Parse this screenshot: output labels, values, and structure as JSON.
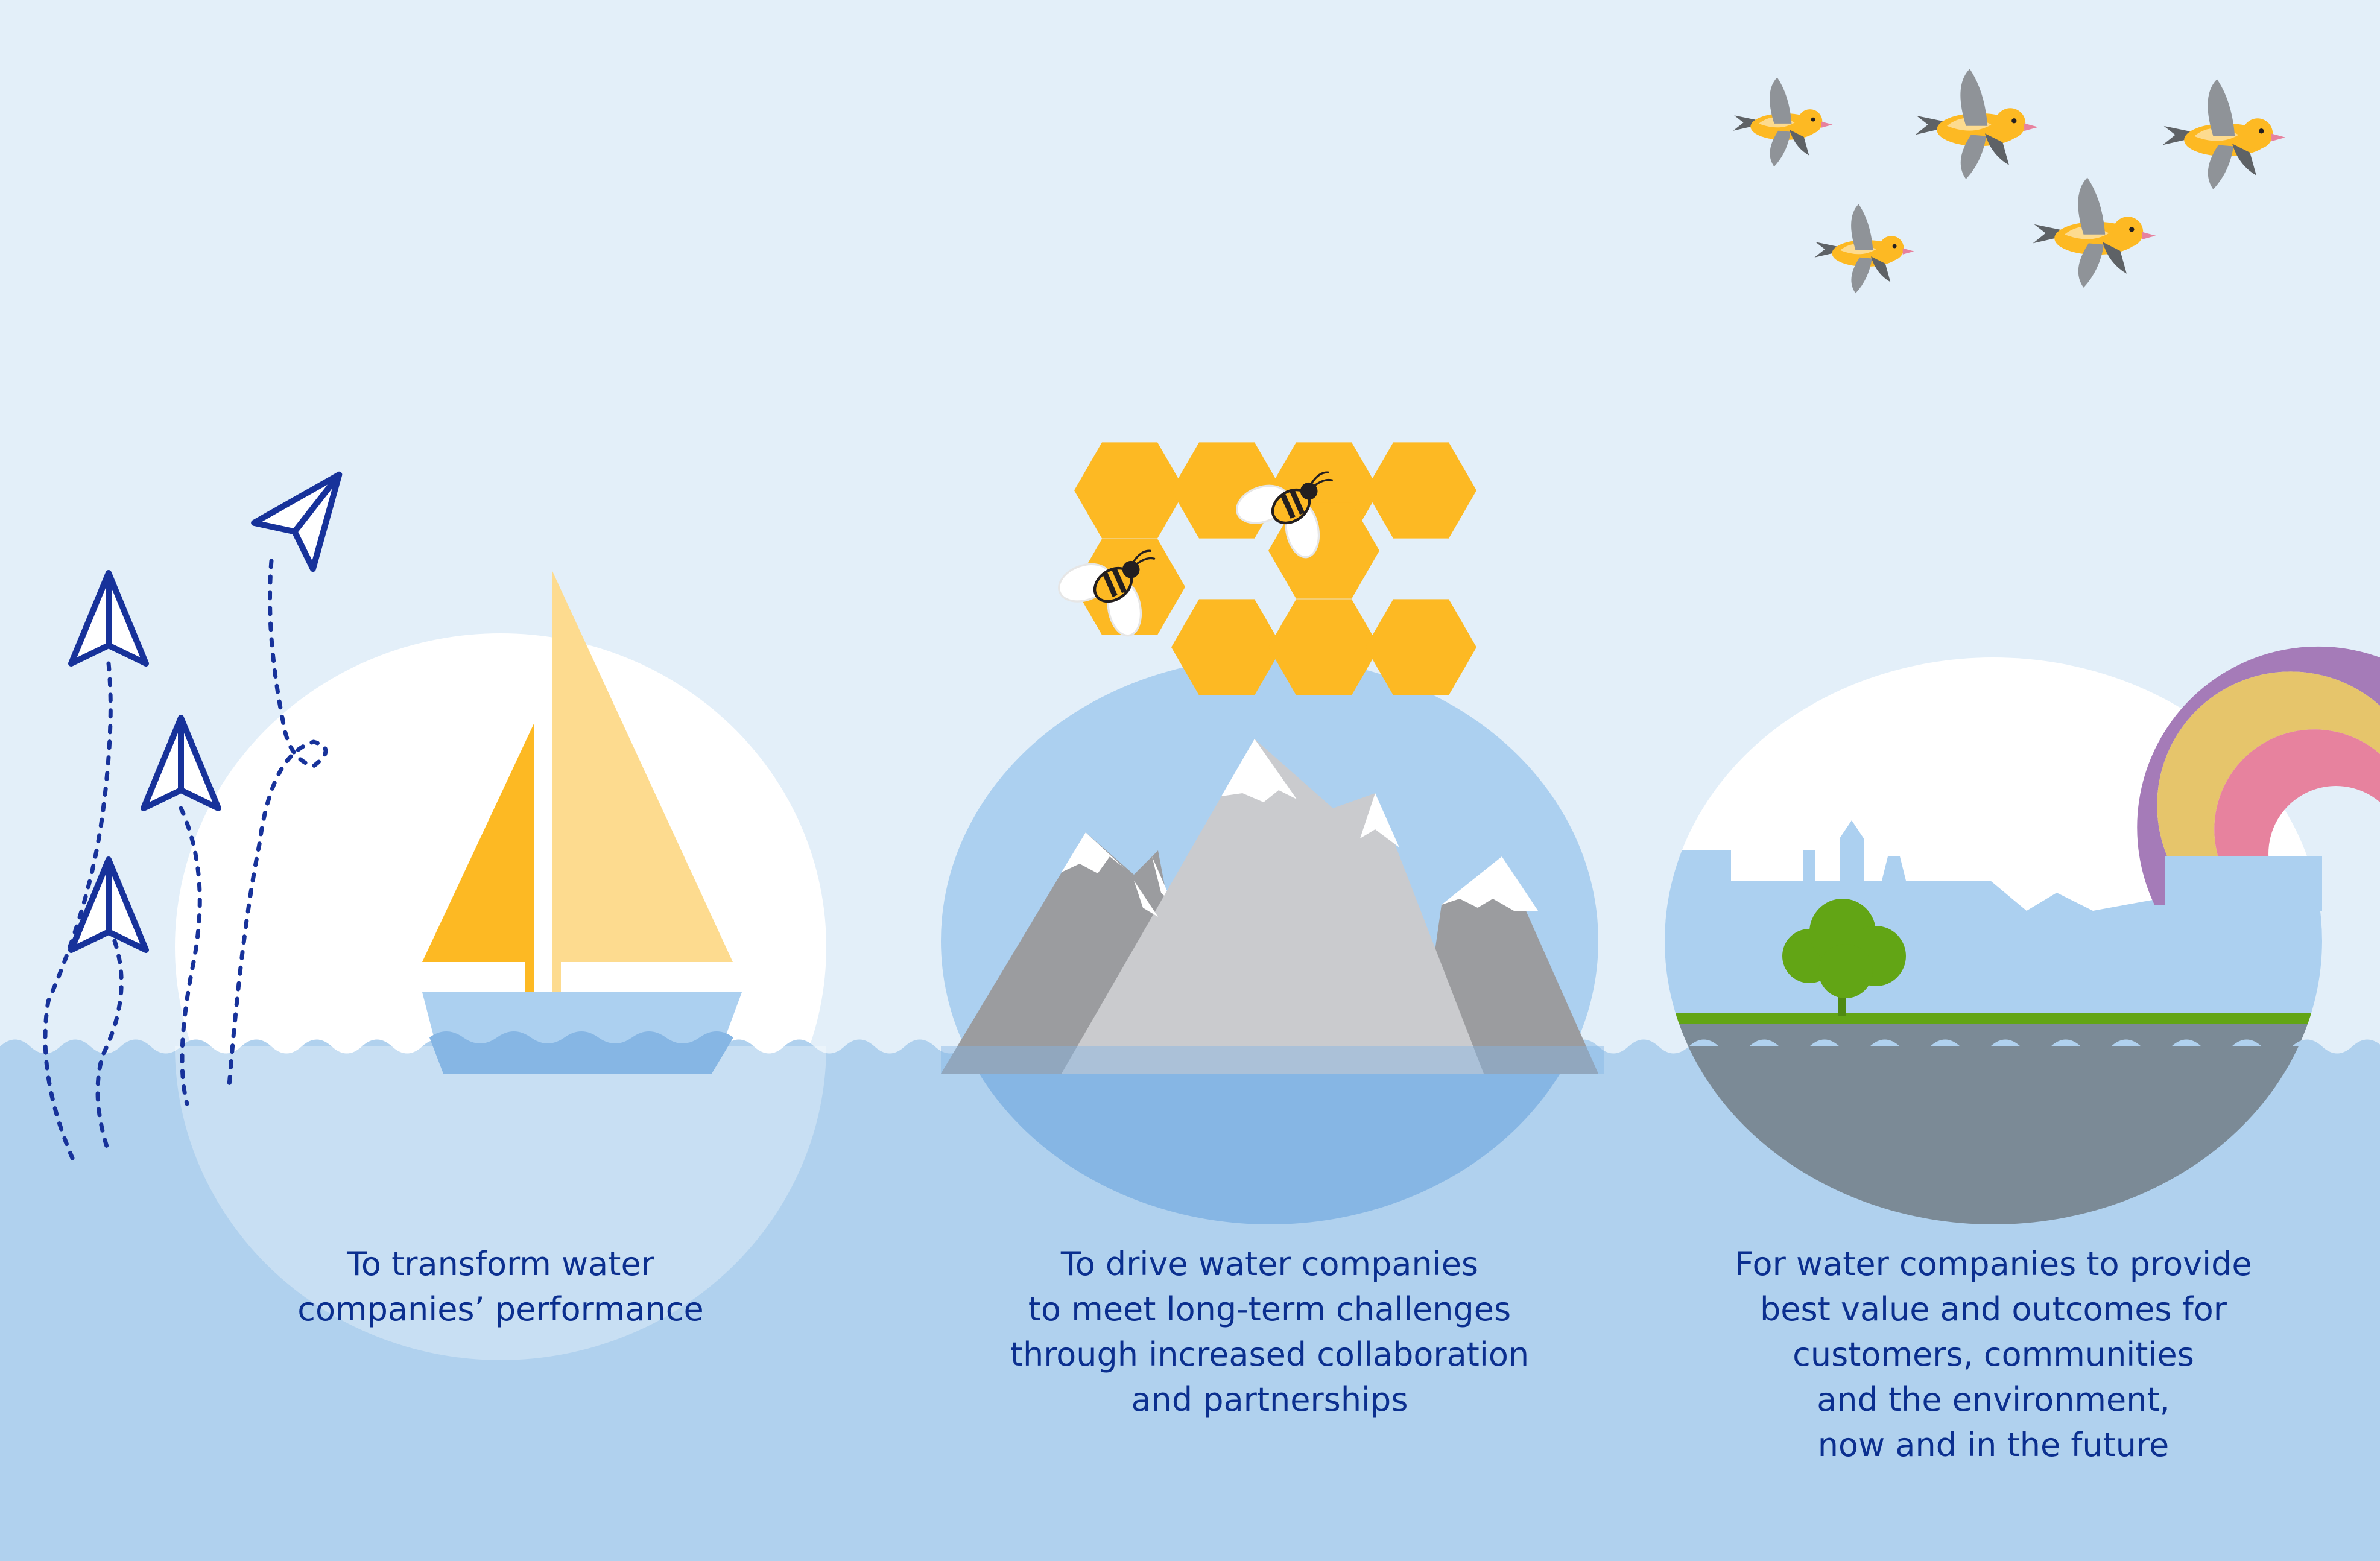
{
  "colors": {
    "sky": "#e3eff9",
    "sea": "#b0d1ee",
    "text": "#0b2f8f",
    "honey": "#fdb923",
    "sail_light": "#fddb8f",
    "mountain_dark": "#9b9c9f",
    "mountain_light": "#cacbce",
    "ground": "#7b8a96",
    "tree": "#62a515",
    "rainbow_purple": "#a57bb8",
    "rainbow_yellow": "#e6c56b",
    "rainbow_pink": "#e7829e",
    "plane_outline": "#17329a"
  },
  "panels": [
    {
      "id": "performance",
      "illustration": "sailboat-icon",
      "caption_lines": [
        "To transform water",
        "companies’ performance"
      ]
    },
    {
      "id": "collaboration",
      "illustration": "mountain-icon",
      "caption_lines": [
        "To drive water companies",
        "to meet long-term challenges",
        "through increased collaboration",
        "and partnerships"
      ]
    },
    {
      "id": "outcomes",
      "illustration": "town-icon",
      "caption_lines": [
        "For water companies to provide",
        "best value and outcomes for",
        "customers, communities",
        "and the environment,",
        "now and in the future"
      ]
    }
  ],
  "decorations": [
    "paper-plane-icon",
    "honeycomb-icon",
    "bee-icon",
    "bird-icon",
    "rainbow-icon",
    "tree-icon"
  ]
}
